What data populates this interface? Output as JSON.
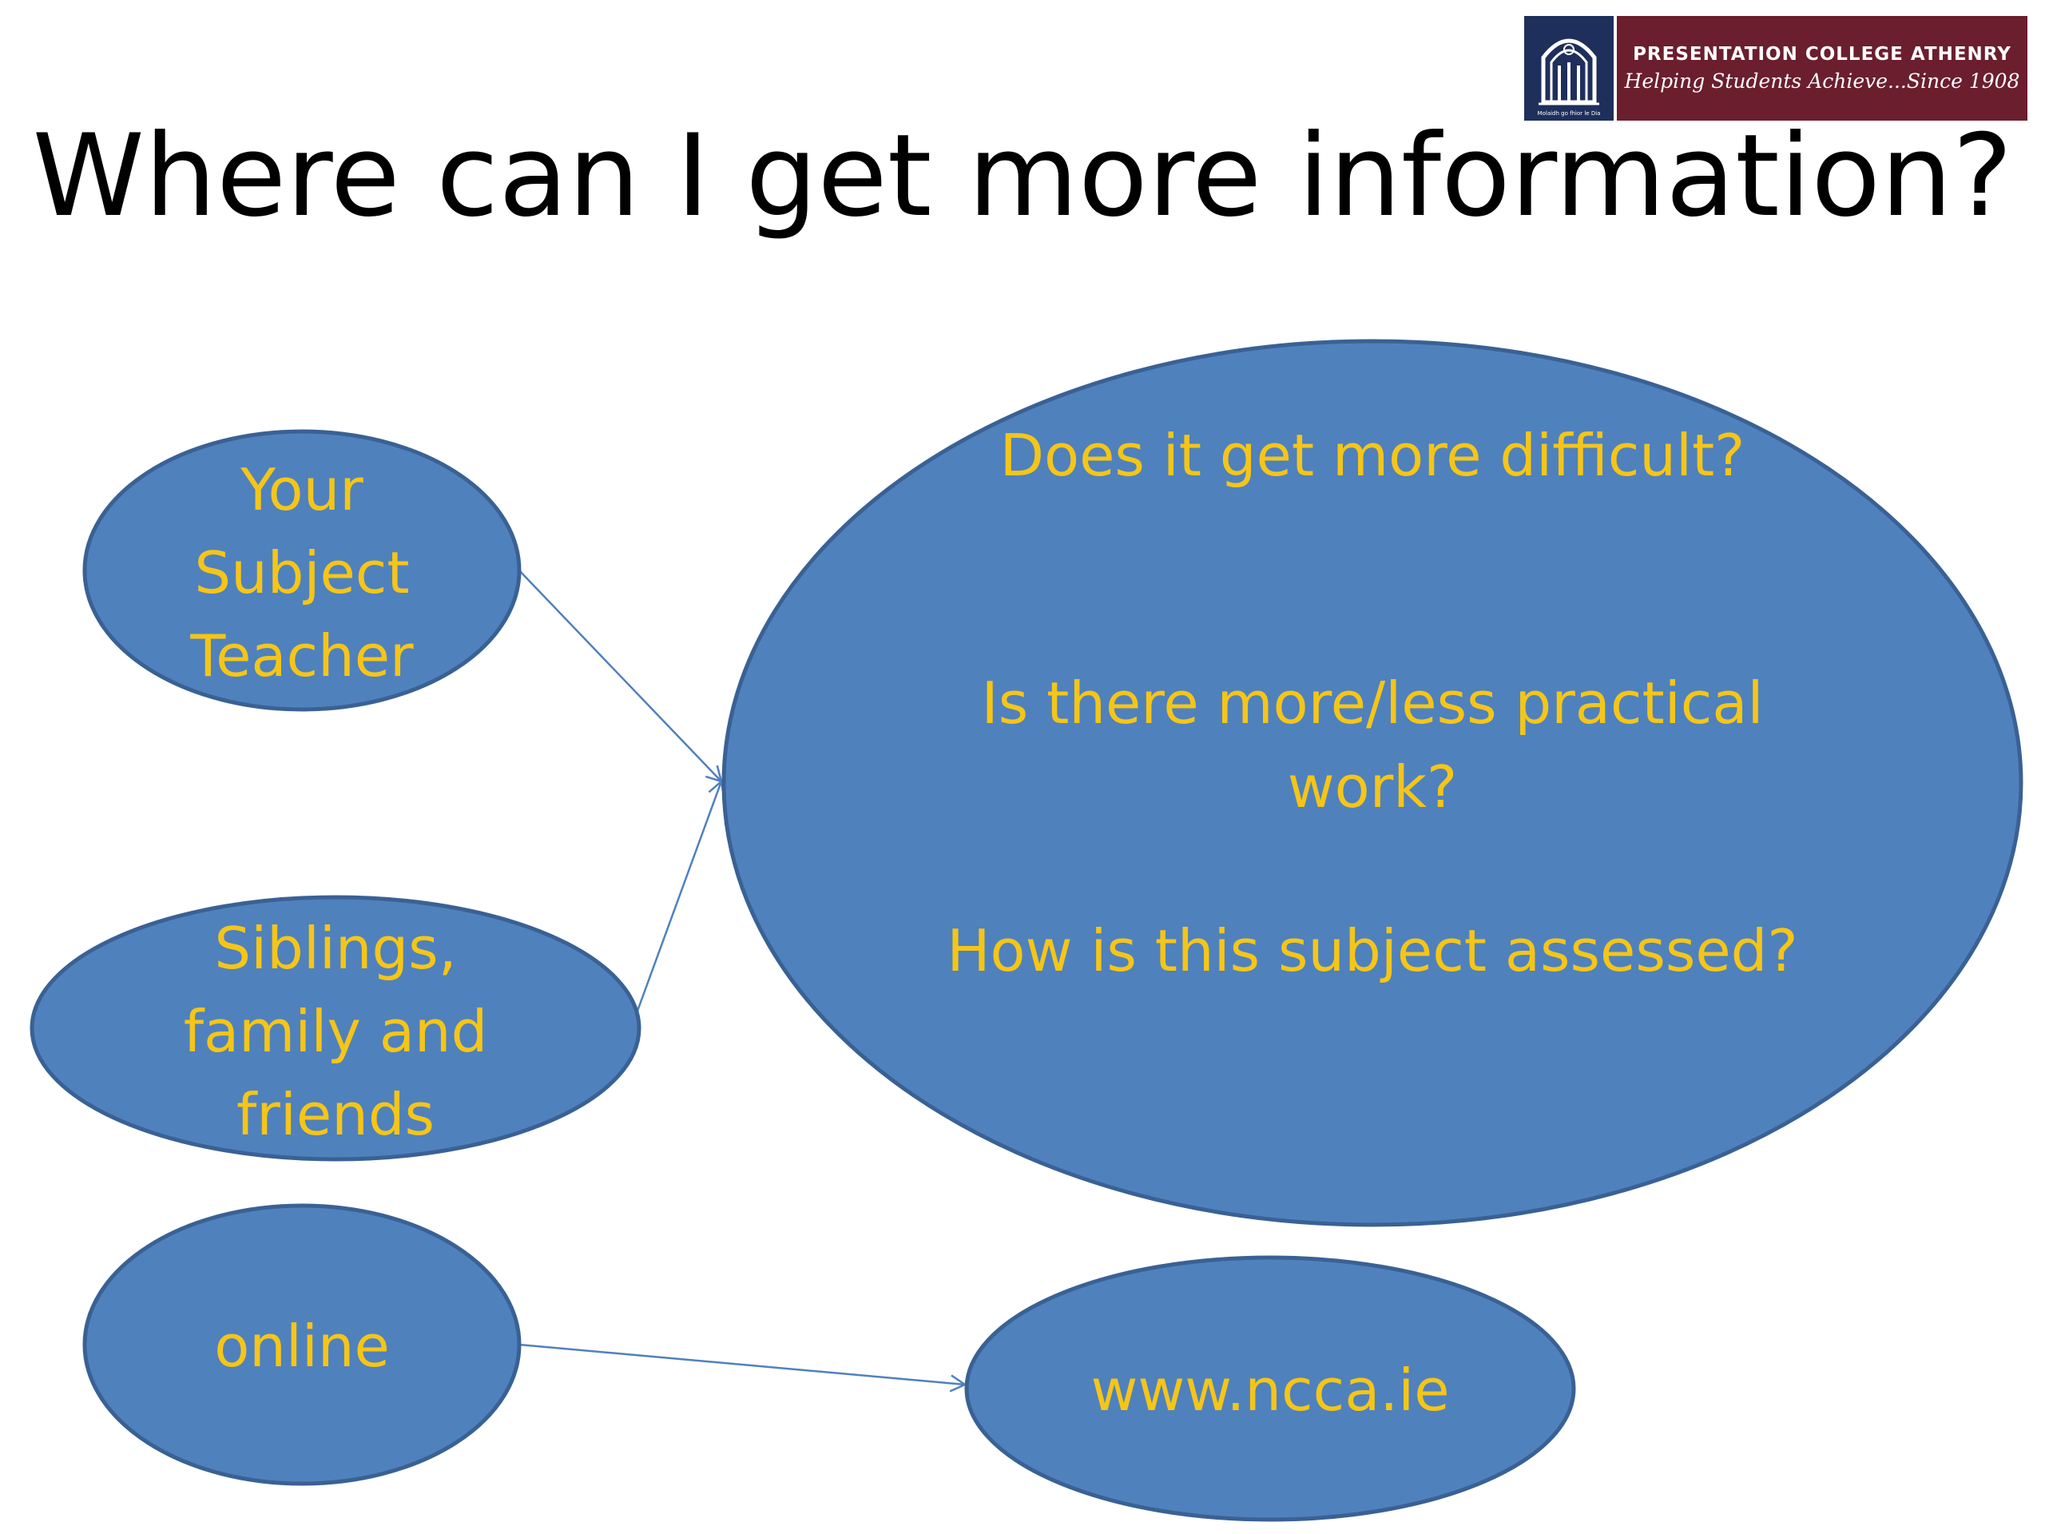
{
  "slide": {
    "title": "Where can I get more information?"
  },
  "logo": {
    "name": "PRESENTATION COLLEGE ATHENRY",
    "tagline": "Helping Students Achieve...Since 1908",
    "motto": "Molaidh go fhìor le Dia"
  },
  "sources": [
    {
      "lines": [
        "Your",
        "Subject",
        "Teacher"
      ]
    },
    {
      "lines": [
        "Siblings,",
        "family and",
        "friends"
      ]
    },
    {
      "lines": [
        "online"
      ]
    }
  ],
  "questions": {
    "lines": [
      "Does it get more difficult?",
      "Is there more/less practical",
      "work?",
      "How is this subject assessed?"
    ]
  },
  "website": {
    "label": "www.ncca.ie"
  },
  "colors": {
    "bubble_fill": "#4f81bd",
    "bubble_stroke": "#3a6194",
    "text": "#f5c518",
    "logo_navy": "#1f2f5c",
    "logo_maroon": "#6b1e2e"
  }
}
